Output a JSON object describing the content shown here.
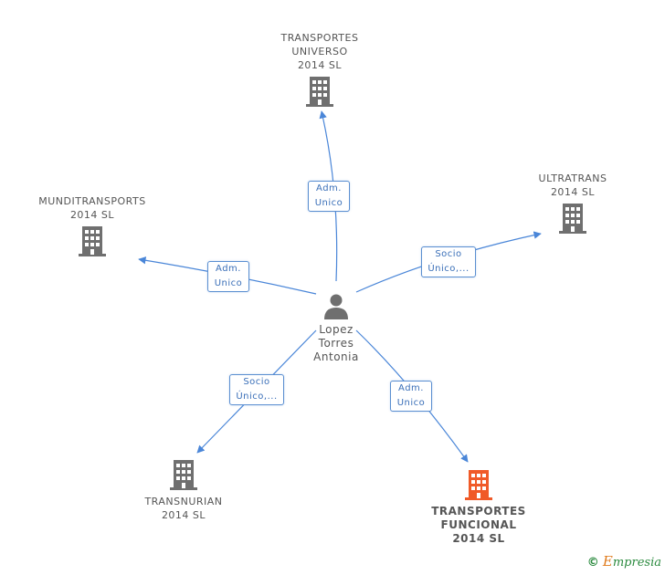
{
  "center": {
    "name": "Lopez\nTorres\nAntonia"
  },
  "companies": [
    {
      "id": "universo",
      "name": "TRANSPORTES\nUNIVERSO\n2014  SL",
      "focus": false
    },
    {
      "id": "ultratrans",
      "name": "ULTRATRANS\n2014  SL",
      "focus": false
    },
    {
      "id": "munditransports",
      "name": "MUNDITRANSPORTS\n2014  SL",
      "focus": false
    },
    {
      "id": "transnurian",
      "name": "TRANSNURIAN\n2014  SL",
      "focus": false
    },
    {
      "id": "funcional",
      "name": "TRANSPORTES\nFUNCIONAL\n2014  SL",
      "focus": true
    }
  ],
  "edges": [
    {
      "to": "universo",
      "label": "Adm.\nUnico"
    },
    {
      "to": "ultratrans",
      "label": "Socio\nÚnico,..."
    },
    {
      "to": "munditransports",
      "label": "Adm.\nUnico"
    },
    {
      "to": "transnurian",
      "label": "Socio\nÚnico,..."
    },
    {
      "to": "funcional",
      "label": "Adm.\nUnico"
    }
  ],
  "colors": {
    "edge": "#4a86d8",
    "building": "#6f6f6f",
    "building_focus": "#f05a28",
    "person": "#6f6f6f"
  },
  "branding": {
    "copyright_symbol": "©",
    "brand_first": "E",
    "brand_rest": "mpresia"
  }
}
